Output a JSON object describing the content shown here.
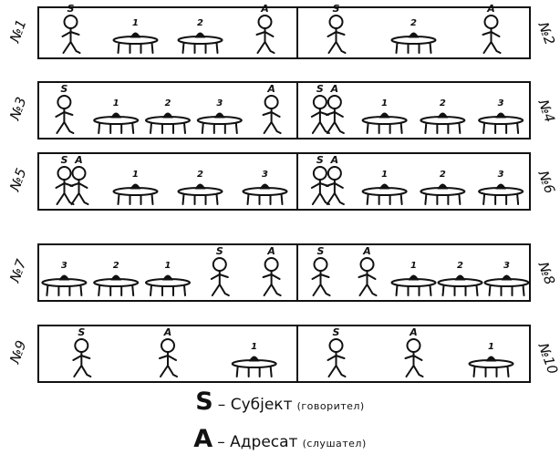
{
  "rows": [
    {
      "left": {
        "label": "№1",
        "items": [
          {
            "type": "person",
            "tag": "S"
          },
          {
            "type": "table",
            "tag": "1"
          },
          {
            "type": "table",
            "tag": "2"
          },
          {
            "type": "person",
            "tag": "A"
          }
        ]
      },
      "right": {
        "label": "№2",
        "items": [
          {
            "type": "person",
            "tag": "S"
          },
          {
            "type": "table",
            "tag": "2"
          },
          {
            "type": "person",
            "tag": "A"
          }
        ]
      }
    },
    {
      "left": {
        "label": "№3",
        "items": [
          {
            "type": "person",
            "tag": "S"
          },
          {
            "type": "table",
            "tag": "1"
          },
          {
            "type": "table",
            "tag": "2"
          },
          {
            "type": "table",
            "tag": "3"
          },
          {
            "type": "person",
            "tag": "A"
          }
        ]
      },
      "right": {
        "label": "№4",
        "items": [
          {
            "type": "pair",
            "tag": "SA"
          },
          {
            "type": "table",
            "tag": "1"
          },
          {
            "type": "table",
            "tag": "2"
          },
          {
            "type": "table",
            "tag": "3"
          }
        ]
      }
    },
    {
      "left": {
        "label": "№5",
        "items": [
          {
            "type": "pair",
            "tag": "SA"
          },
          {
            "type": "table",
            "tag": "1"
          },
          {
            "type": "table",
            "tag": "2"
          },
          {
            "type": "table",
            "tag": "3"
          }
        ]
      },
      "right": {
        "label": "№6",
        "items": [
          {
            "type": "pair",
            "tag": "SA"
          },
          {
            "type": "table",
            "tag": "1"
          },
          {
            "type": "table",
            "tag": "2"
          },
          {
            "type": "table",
            "tag": "3"
          }
        ]
      }
    },
    {
      "left": {
        "label": "№7",
        "items": [
          {
            "type": "table",
            "tag": "3"
          },
          {
            "type": "table",
            "tag": "2"
          },
          {
            "type": "table",
            "tag": "1"
          },
          {
            "type": "person",
            "tag": "S"
          },
          {
            "type": "person",
            "tag": "A"
          }
        ]
      },
      "right": {
        "label": "№8",
        "items": [
          {
            "type": "person",
            "tag": "S"
          },
          {
            "type": "person",
            "tag": "A"
          },
          {
            "type": "table",
            "tag": "1"
          },
          {
            "type": "table",
            "tag": "2"
          },
          {
            "type": "table",
            "tag": "3"
          }
        ]
      }
    },
    {
      "left": {
        "label": "№9",
        "items": [
          {
            "type": "person",
            "tag": "S"
          },
          {
            "type": "person",
            "tag": "A"
          },
          {
            "type": "table",
            "tag": "1"
          }
        ]
      },
      "right": {
        "label": "№10",
        "items": [
          {
            "type": "person",
            "tag": "S"
          },
          {
            "type": "person",
            "tag": "A"
          },
          {
            "type": "table",
            "tag": "1"
          }
        ]
      }
    }
  ],
  "legend": {
    "s_letter": "S",
    "s_text": "Субјект",
    "s_note": "(говорител)",
    "a_letter": "A",
    "a_text": "Адресат",
    "a_note": "(слушател)"
  }
}
